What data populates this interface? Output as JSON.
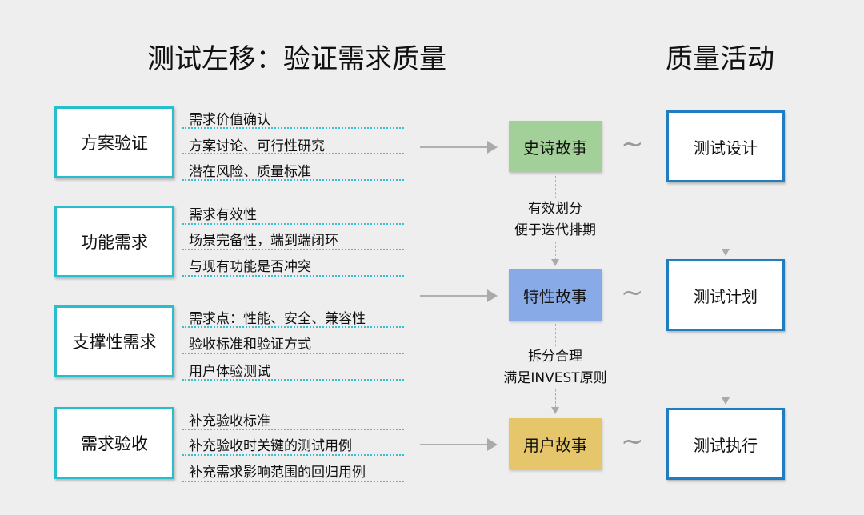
{
  "titles": {
    "left": "测试左移：验证需求质量",
    "right": "质量活动"
  },
  "groups": [
    {
      "label": "方案验证",
      "items": [
        "需求价值确认",
        "方案讨论、可行性研究",
        "潜在风险、质量标准"
      ]
    },
    {
      "label": "功能需求",
      "items": [
        "需求有效性",
        "场景完备性，端到端闭环",
        "与现有功能是否冲突"
      ]
    },
    {
      "label": "支撑性需求",
      "items": [
        "需求点：性能、安全、兼容性",
        "验收标准和验证方式",
        "用户体验测试"
      ]
    },
    {
      "label": "需求验收",
      "items": [
        "补充验收标准",
        "补充验收时关键的测试用例",
        "补充需求影响范围的回归用例"
      ]
    }
  ],
  "stories": [
    {
      "label": "史诗故事",
      "color": "#a3cf98"
    },
    {
      "label": "特性故事",
      "color": "#88abe8"
    },
    {
      "label": "用户故事",
      "color": "#e6c66a"
    }
  ],
  "notes": [
    [
      "有效划分",
      "便于迭代排期"
    ],
    [
      "拆分合理",
      "满足INVEST原则"
    ]
  ],
  "activities": [
    "测试设计",
    "测试计划",
    "测试执行"
  ],
  "tilde": "~"
}
